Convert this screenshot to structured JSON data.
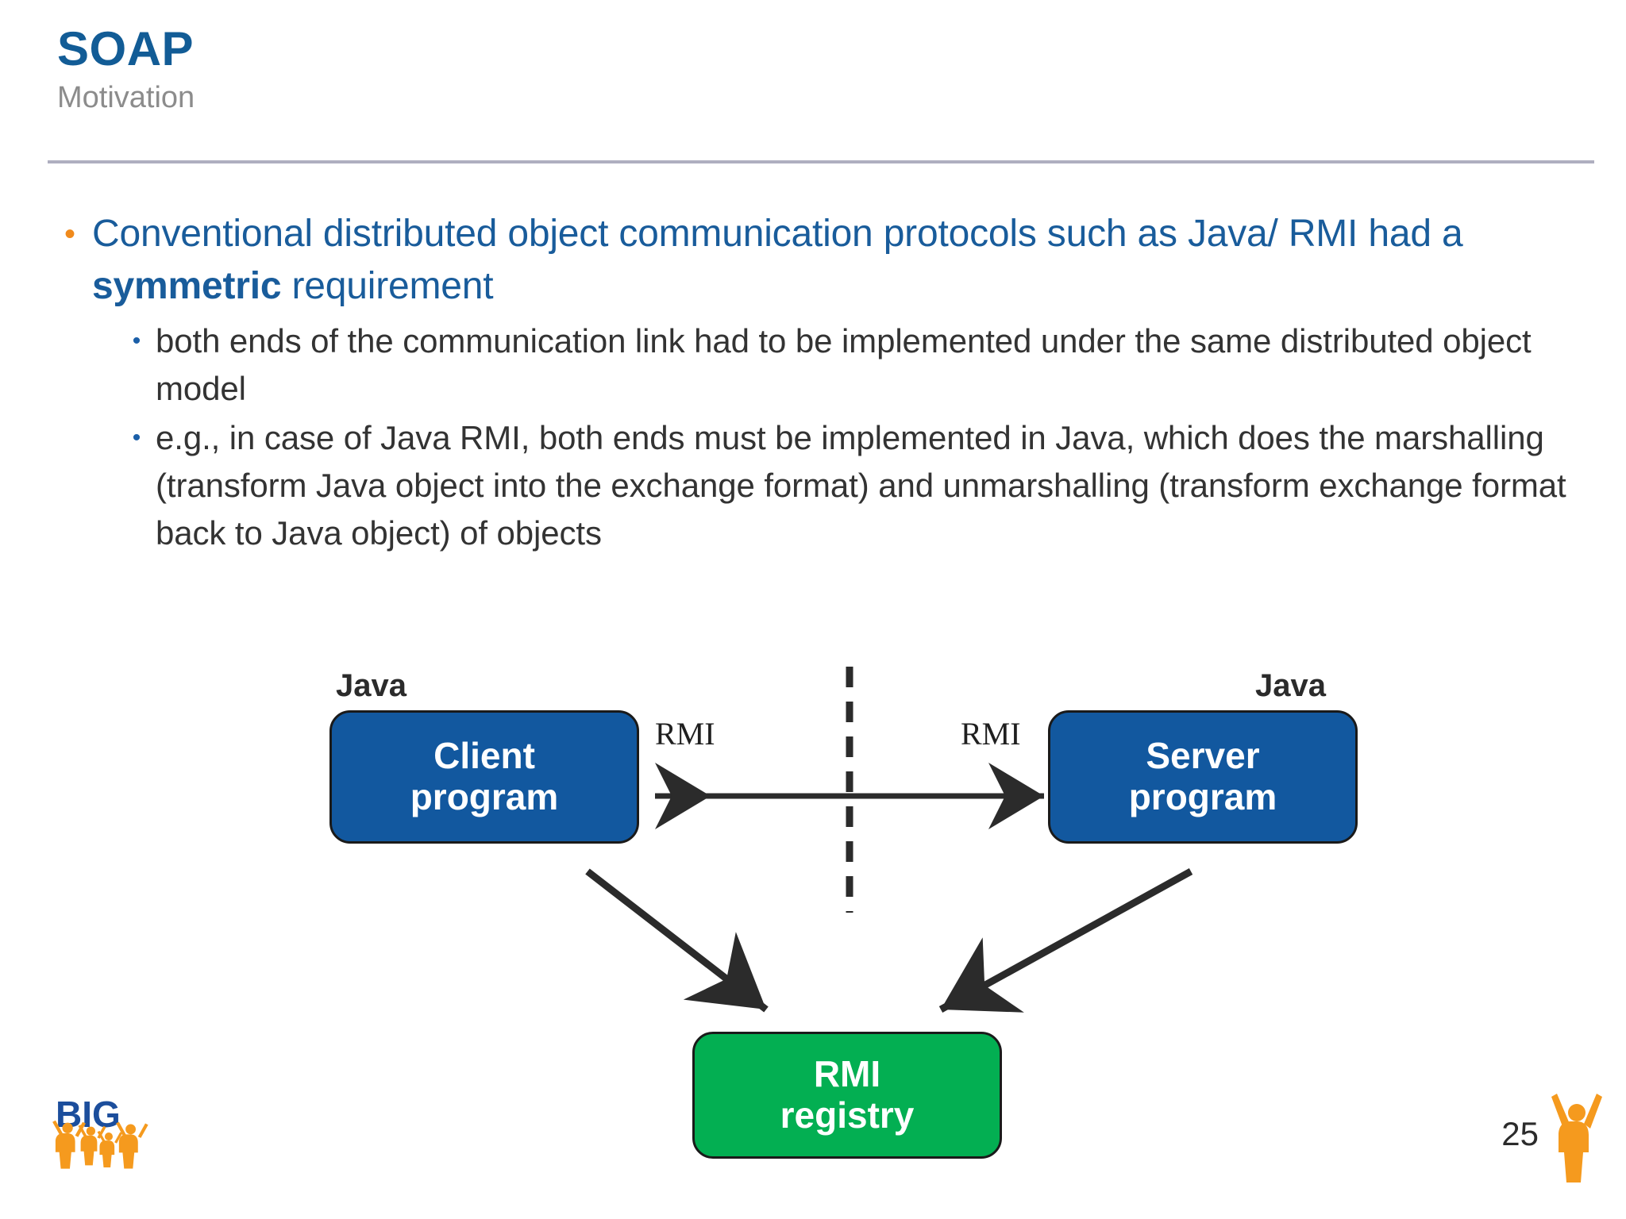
{
  "slide": {
    "title": "SOAP",
    "subtitle": "Motivation",
    "page_number": "25",
    "accent_blue": "#125C96",
    "body_blue": "#195C9B",
    "bullet_orange": "#F08A1C",
    "subtitle_gray": "#8C8C8C",
    "rule_color": "#AFAFC0"
  },
  "bullets": [
    {
      "marker": "•",
      "text_before": "Conventional distributed object communication protocols such as Java/ RMI had a ",
      "text_bold": "symmetric",
      "text_after": " requirement",
      "children": [
        {
          "marker": "•",
          "text": "both ends of the communication link had to be implemented under the same distributed object model"
        },
        {
          "marker": "•",
          "text": "e.g., in case of Java RMI, both ends must be implemented in Java, which does the marshalling (transform Java object into the exchange format) and unmarshalling (transform exchange format back to Java object) of objects"
        }
      ]
    }
  ],
  "diagram": {
    "client_label_top": "Java",
    "server_label_top": "Java",
    "client_box": {
      "line1": "Client",
      "line2": "program",
      "color": "#12589F"
    },
    "server_box": {
      "line1": "Server",
      "line2": "program",
      "color": "#12589F"
    },
    "registry_box": {
      "line1": "RMI",
      "line2": "registry",
      "color": "#03AF52"
    },
    "edge_label_left": "RMI",
    "edge_label_right": "RMI",
    "divider_style": "dashed-vertical"
  },
  "footer": {
    "logo_text": "BIG",
    "logo_blue": "#1C4E9C",
    "logo_orange": "#F59A1E"
  }
}
